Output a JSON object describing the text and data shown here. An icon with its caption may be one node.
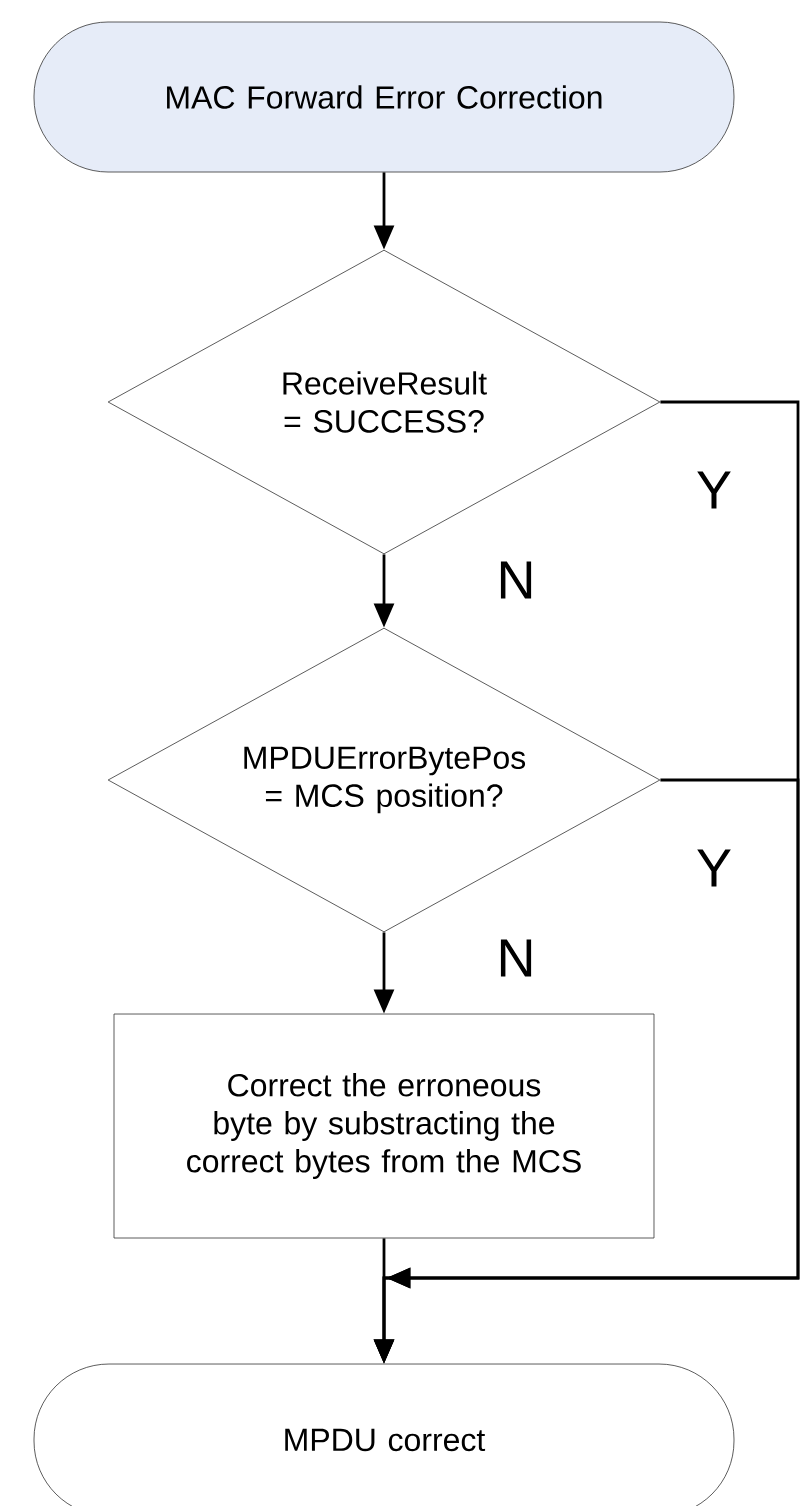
{
  "diagram": {
    "nodes": [
      {
        "text": [
          "MAC Forward Error Correction"
        ]
      },
      {
        "text": [
          "ReceiveResult = SUCCESS?"
        ]
      },
      {
        "text": [
          "MPDUErrorBytePos = MCS position?"
        ]
      },
      {
        "text": [
          "Correct the erroneous byte by substracting the correct bytes from the MCS"
        ]
      },
      {
        "text": [
          "MPDU correct"
        ]
      }
    ],
    "edges": [
      {
        "from": 0,
        "to": 1,
        "arrow": "to"
      },
      {
        "from": 1,
        "to": 2,
        "arrow": "to",
        "label": "N"
      },
      {
        "from": 2,
        "to": 3,
        "arrow": "to",
        "label": "N"
      },
      {
        "from": 3,
        "to": 4,
        "arrow": "to"
      },
      {
        "from": 1,
        "to": 4,
        "arrow": "to",
        "label": "Y"
      },
      {
        "from": 2,
        "to": 4,
        "arrow": "to",
        "label": "Y"
      }
    ]
  }
}
